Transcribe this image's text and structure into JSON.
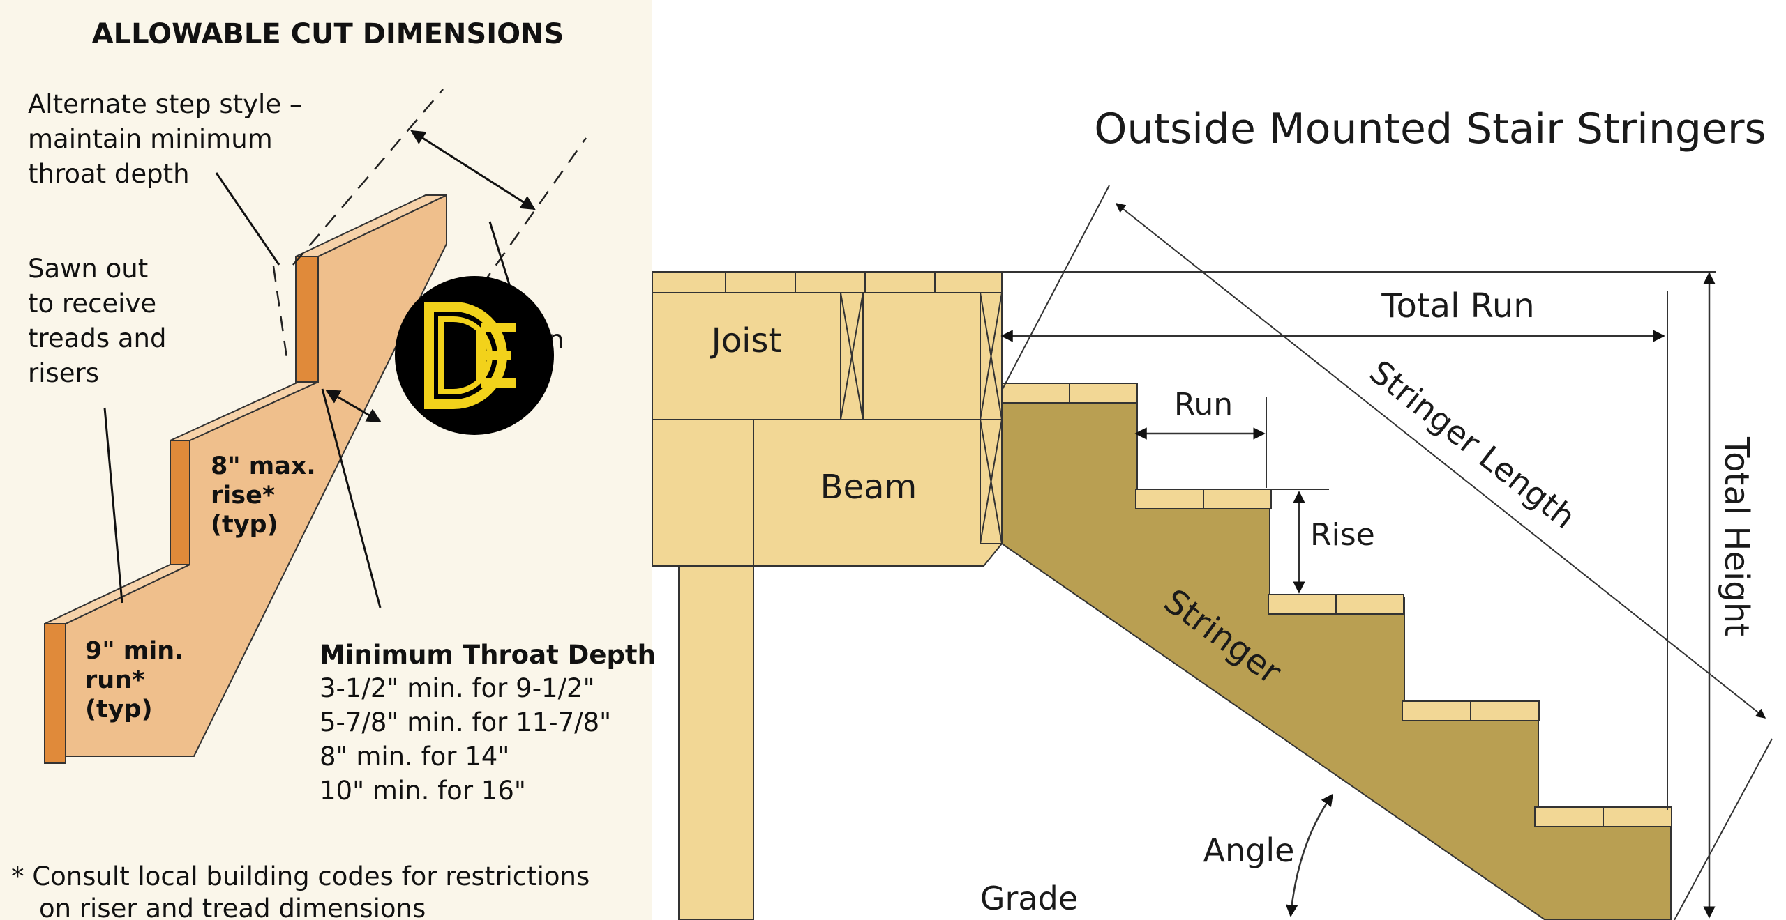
{
  "left_panel": {
    "title": "ALLOWABLE CUT DIMENSIONS",
    "alt_step_callout": [
      "Alternate step style –",
      "maintain minimum",
      "throat depth"
    ],
    "sawn_out_callout": [
      "Sawn out",
      "to receive",
      "treads and",
      "risers"
    ],
    "max_rise_label": [
      "8\" max.",
      "rise*",
      "(typ)"
    ],
    "min_run_label": [
      "9\" min.",
      "run*",
      "(typ)"
    ],
    "throat_heading": "Minimum Throat Depth",
    "throat_lines": [
      "3-1/2\" min. for 9-1/2\"",
      "5-7/8\" min. for 11-7/8\"",
      "8\" min. for 14\"",
      "10\" min. for 16\""
    ],
    "footnote": [
      "*  Consult local building codes for restrictions",
      "on riser and tread dimensions"
    ],
    "partial_hidden_letter": "n",
    "colors": {
      "panel_bg": "#faf6ea",
      "board": "#efbf8c",
      "edge": "#e08a3a"
    }
  },
  "logo": {
    "letters": "DE",
    "bg": "#000000",
    "fg": "#f2d21b"
  },
  "right_panel": {
    "title": "Outside Mounted Stair Stringers",
    "labels": {
      "joist": "Joist",
      "beam": "Beam",
      "total_run": "Total Run",
      "stringer_length": "Stringer Length",
      "total_height": "Total Height",
      "run": "Run",
      "rise": "Rise",
      "stringer": "Stringer",
      "angle": "Angle",
      "grade": "Grade"
    },
    "colors": {
      "lumber": "#f2d795",
      "stringer": "#b99f52",
      "line": "#333333"
    }
  }
}
